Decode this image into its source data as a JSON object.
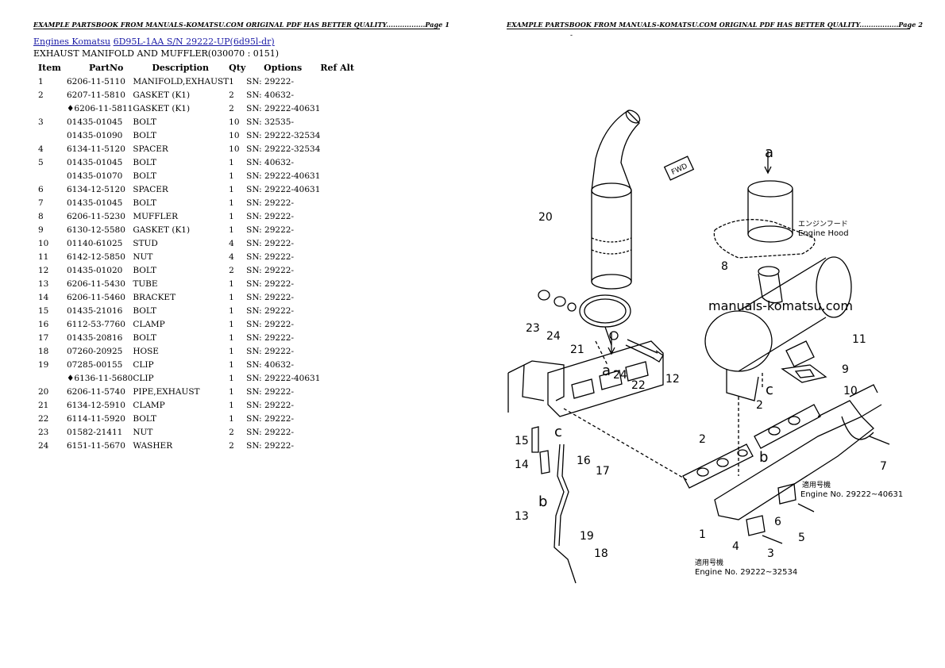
{
  "header": {
    "left": "EXAMPLE PARTSBOOK FROM MANUALS-KOMATSU.COM ORIGINAL PDF HAS BETTER QUALITY.................Page 1",
    "right": "EXAMPLE PARTSBOOK FROM MANUALS-KOMATSU.COM ORIGINAL PDF HAS BETTER QUALITY.................Page 2",
    "dash": "-"
  },
  "breadcrumb": {
    "link1": "Engines Komatsu",
    "link2": "6D95L-1AA S/N 29222-UP(6d95l-dr)"
  },
  "section_title": "EXHAUST MANIFOLD AND MUFFLER(030070 : 0151)",
  "table": {
    "headers": [
      "Item",
      "PartNo",
      "Description",
      "Qty",
      "Options",
      "Ref Alt"
    ],
    "rows": [
      {
        "item": "1",
        "part": "6206-11-5110",
        "desc": "MANIFOLD,EXHAUST",
        "qty": "1",
        "opt": "SN: 29222-"
      },
      {
        "item": "2",
        "part": "6207-11-5810",
        "desc": "GASKET (K1)",
        "qty": "2",
        "opt": "SN: 40632-"
      },
      {
        "item": "",
        "part": "♦6206-11-5811",
        "desc": "GASKET (K1)",
        "qty": "2",
        "opt": "SN: 29222-40631"
      },
      {
        "item": "3",
        "part": "01435-01045",
        "desc": "BOLT",
        "qty": "10",
        "opt": "SN: 32535-"
      },
      {
        "item": "",
        "part": "01435-01090",
        "desc": "BOLT",
        "qty": "10",
        "opt": "SN: 29222-32534"
      },
      {
        "item": "4",
        "part": "6134-11-5120",
        "desc": "SPACER",
        "qty": "10",
        "opt": "SN: 29222-32534"
      },
      {
        "item": "5",
        "part": "01435-01045",
        "desc": "BOLT",
        "qty": "1",
        "opt": "SN: 40632-"
      },
      {
        "item": "",
        "part": "01435-01070",
        "desc": "BOLT",
        "qty": "1",
        "opt": "SN: 29222-40631"
      },
      {
        "item": "6",
        "part": "6134-12-5120",
        "desc": "SPACER",
        "qty": "1",
        "opt": "SN: 29222-40631"
      },
      {
        "item": "7",
        "part": "01435-01045",
        "desc": "BOLT",
        "qty": "1",
        "opt": "SN: 29222-"
      },
      {
        "item": "8",
        "part": "6206-11-5230",
        "desc": "MUFFLER",
        "qty": "1",
        "opt": "SN: 29222-"
      },
      {
        "item": "9",
        "part": "6130-12-5580",
        "desc": "GASKET (K1)",
        "qty": "1",
        "opt": "SN: 29222-"
      },
      {
        "item": "10",
        "part": "01140-61025",
        "desc": "STUD",
        "qty": "4",
        "opt": "SN: 29222-"
      },
      {
        "item": "11",
        "part": "6142-12-5850",
        "desc": "NUT",
        "qty": "4",
        "opt": "SN: 29222-"
      },
      {
        "item": "12",
        "part": "01435-01020",
        "desc": "BOLT",
        "qty": "2",
        "opt": "SN: 29222-"
      },
      {
        "item": "13",
        "part": "6206-11-5430",
        "desc": "TUBE",
        "qty": "1",
        "opt": "SN: 29222-"
      },
      {
        "item": "14",
        "part": "6206-11-5460",
        "desc": "BRACKET",
        "qty": "1",
        "opt": "SN: 29222-"
      },
      {
        "item": "15",
        "part": "01435-21016",
        "desc": "BOLT",
        "qty": "1",
        "opt": "SN: 29222-"
      },
      {
        "item": "16",
        "part": "6112-53-7760",
        "desc": "CLAMP",
        "qty": "1",
        "opt": "SN: 29222-"
      },
      {
        "item": "17",
        "part": "01435-20816",
        "desc": "BOLT",
        "qty": "1",
        "opt": "SN: 29222-"
      },
      {
        "item": "18",
        "part": "07260-20925",
        "desc": "HOSE",
        "qty": "1",
        "opt": "SN: 29222-"
      },
      {
        "item": "19",
        "part": "07285-00155",
        "desc": "CLIP",
        "qty": "1",
        "opt": "SN: 40632-"
      },
      {
        "item": "",
        "part": "♦6136-11-5680",
        "desc": "CLIP",
        "qty": "1",
        "opt": "SN: 29222-40631"
      },
      {
        "item": "20",
        "part": "6206-11-5740",
        "desc": "PIPE,EXHAUST",
        "qty": "1",
        "opt": "SN: 29222-"
      },
      {
        "item": "21",
        "part": "6134-12-5910",
        "desc": "CLAMP",
        "qty": "1",
        "opt": "SN: 29222-"
      },
      {
        "item": "22",
        "part": "6114-11-5920",
        "desc": "BOLT",
        "qty": "1",
        "opt": "SN: 29222-"
      },
      {
        "item": "23",
        "part": "01582-21411",
        "desc": "NUT",
        "qty": "2",
        "opt": "SN: 29222-"
      },
      {
        "item": "24",
        "part": "6151-11-5670",
        "desc": "WASHER",
        "qty": "2",
        "opt": "SN: 29222-"
      }
    ]
  },
  "diagram": {
    "callouts": [
      "1",
      "2",
      "2",
      "3",
      "4",
      "5",
      "6",
      "7",
      "8",
      "9",
      "10",
      "11",
      "12",
      "13",
      "14",
      "15",
      "16",
      "17",
      "18",
      "19",
      "20",
      "21",
      "22",
      "23",
      "24",
      "24"
    ],
    "letters": [
      "a",
      "a",
      "b",
      "b",
      "c",
      "c"
    ],
    "fwd": "FWD",
    "hood_jp": "エンジンフード",
    "hood_en": "Engine Hood",
    "watermark": "manuals-komatsu.com",
    "note1_jp": "適用号機",
    "note1_en": "Engine No. 29222~40631",
    "note2_jp": "適用号機",
    "note2_en": "Engine No. 29222~32534"
  }
}
